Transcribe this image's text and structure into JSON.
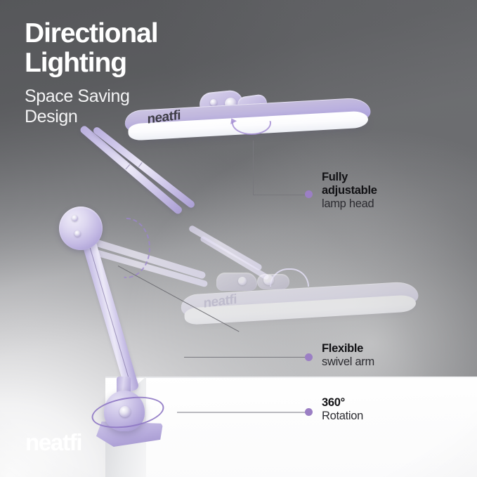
{
  "background": {
    "dark_gray": "#5f6063",
    "mid_gray": "#9a9b9e",
    "desk_white": "#ffffff"
  },
  "brand": {
    "logo_text": "neatfi",
    "logo_color": "#ffffff",
    "product_mark": "neatfi"
  },
  "headline": {
    "title_line_1": "Directional",
    "title_line_2": "Lighting",
    "subtitle_line_1": "Space Saving",
    "subtitle_line_2": "Design"
  },
  "accent": {
    "lamp_lavender": "#c3bade",
    "dot_purple": "#9b7fc4",
    "ring_purple": "#8f78c4",
    "leader_gray": "#77777c"
  },
  "callouts": [
    {
      "id": "fully-adjustable-lamp-head",
      "title_line_1": "Fully",
      "title_line_2": "adjustable",
      "subtitle": "lamp head"
    },
    {
      "id": "flexible-swivel-arm",
      "title": "Flexible",
      "subtitle": "swivel arm"
    },
    {
      "id": "360-rotation",
      "title": "360°",
      "subtitle": "Rotation"
    }
  ]
}
